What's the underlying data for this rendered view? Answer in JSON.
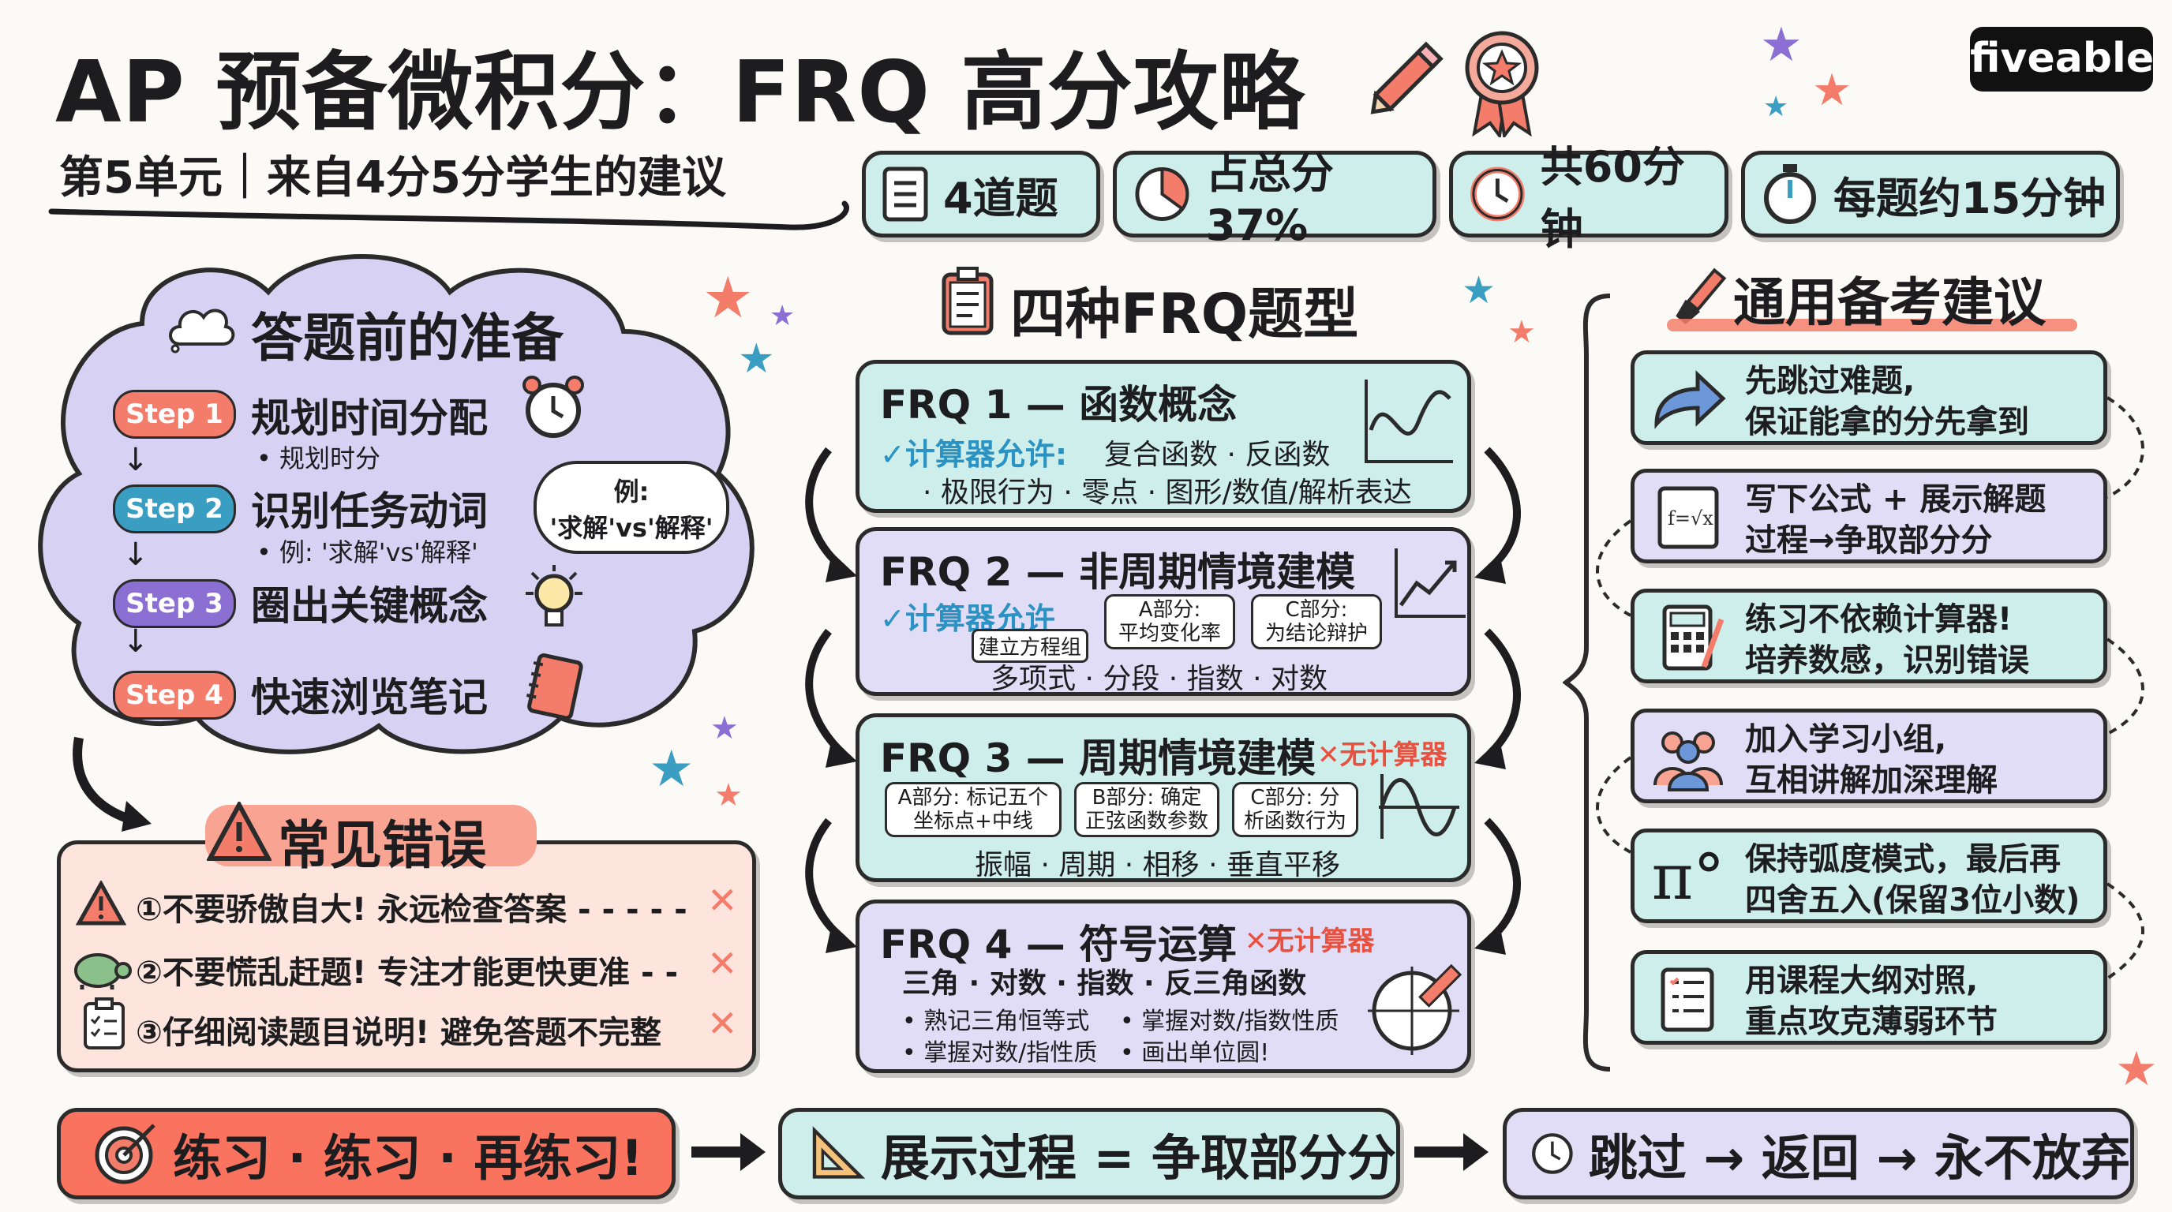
{
  "header": {
    "title": "AP 预备微积分：FRQ 高分攻略",
    "subtitle": "第5单元｜来自4分5分学生的建议",
    "brand": "fiveable"
  },
  "stats": [
    {
      "icon": "list-icon",
      "label": "4道题"
    },
    {
      "icon": "pie-chart-icon",
      "label": "占总分37%"
    },
    {
      "icon": "clock-icon",
      "label": "共60分钟"
    },
    {
      "icon": "stopwatch-icon",
      "label": "每题约15分钟"
    }
  ],
  "prep": {
    "title": "答题前的准备",
    "steps": [
      {
        "badge": "Step 1",
        "title": "规划时间分配",
        "sub": "• 规划时分",
        "color": "#f47c6a"
      },
      {
        "badge": "Step 2",
        "title": "识别任务动词",
        "sub": "• 例: '求解'vs'解释'",
        "color": "#3a9ec2"
      },
      {
        "badge": "Step 3",
        "title": "圈出关键概念",
        "sub": "",
        "color": "#8b6fd3"
      },
      {
        "badge": "Step 4",
        "title": "快速浏览笔记",
        "sub": "",
        "color": "#f47c6a"
      }
    ],
    "bubble": {
      "line1": "例:",
      "line2": "'求解'vs'解释'"
    }
  },
  "mistakes": {
    "title": "常见错误",
    "items": [
      {
        "icon": "warning-icon",
        "text": "①不要骄傲自大! 永远检查答案 - - - - -"
      },
      {
        "icon": "turtle-icon",
        "text": "②不要慌乱赶题! 专注才能更快更准 - -"
      },
      {
        "icon": "checklist-icon",
        "text": "③仔细阅读题目说明! 避免答题不完整"
      }
    ],
    "mark": "✕"
  },
  "frq": {
    "title": "四种FRQ题型",
    "items": [
      {
        "title": "FRQ 1 — 函数概念",
        "calc": "✓计算器允许:",
        "line1": "复合函数 · 反函数",
        "line2": "· 极限行为 · 零点 · 图形/数值/解析表达"
      },
      {
        "title": "FRQ 2 — 非周期情境建模",
        "calc": "✓计算器允许",
        "calc_sub": "建立方程组",
        "partA": "A部分:\n平均变化率",
        "partC": "C部分:\n为结论辩护",
        "line2": "多项式 · 分段 · 指数 · 对数"
      },
      {
        "title": "FRQ 3 — 周期情境建模",
        "nocalc": "✕无计算器",
        "partA": "A部分: 标记五个\n坐标点+中线",
        "partB": "B部分: 确定\n正弦函数参数",
        "partC": "C部分: 分\n析函数行为",
        "line2": "振幅 · 周期 · 相移 · 垂直平移"
      },
      {
        "title": "FRQ 4 — 符号运算",
        "nocalc": "✕无计算器",
        "line1": "三角 · 对数 · 指数 · 反三角函数",
        "b1": "• 熟记三角恒等式",
        "b2": "• 掌握对数/指数性质",
        "b3": "• 掌握对数/指性质",
        "b4": "• 画出单位圆!"
      }
    ]
  },
  "tips": {
    "title": "通用备考建议",
    "items": [
      {
        "icon": "arrow-icon",
        "l1": "先跳过难题,",
        "l2": "保证能拿的分先拿到"
      },
      {
        "icon": "formula-icon",
        "l1": "写下公式 + 展示解题",
        "l2": "过程→争取部分分"
      },
      {
        "icon": "calculator-icon",
        "l1": "练习不依赖计算器!",
        "l2": "培养数感，识别错误"
      },
      {
        "icon": "group-icon",
        "l1": "加入学习小组,",
        "l2": "互相讲解加深理解"
      },
      {
        "icon": "pi-icon",
        "l1": "保持弧度模式，最后再",
        "l2": "四舍五入(保留3位小数)"
      },
      {
        "icon": "syllabus-icon",
        "l1": "用课程大纲对照,",
        "l2": "重点攻克薄弱环节"
      }
    ]
  },
  "bottom": {
    "b1": "练习 · 练习 · 再练习!",
    "b2": "展示过程 = 争取部分分",
    "b3": "跳过 → 返回 → 永不放弃"
  }
}
